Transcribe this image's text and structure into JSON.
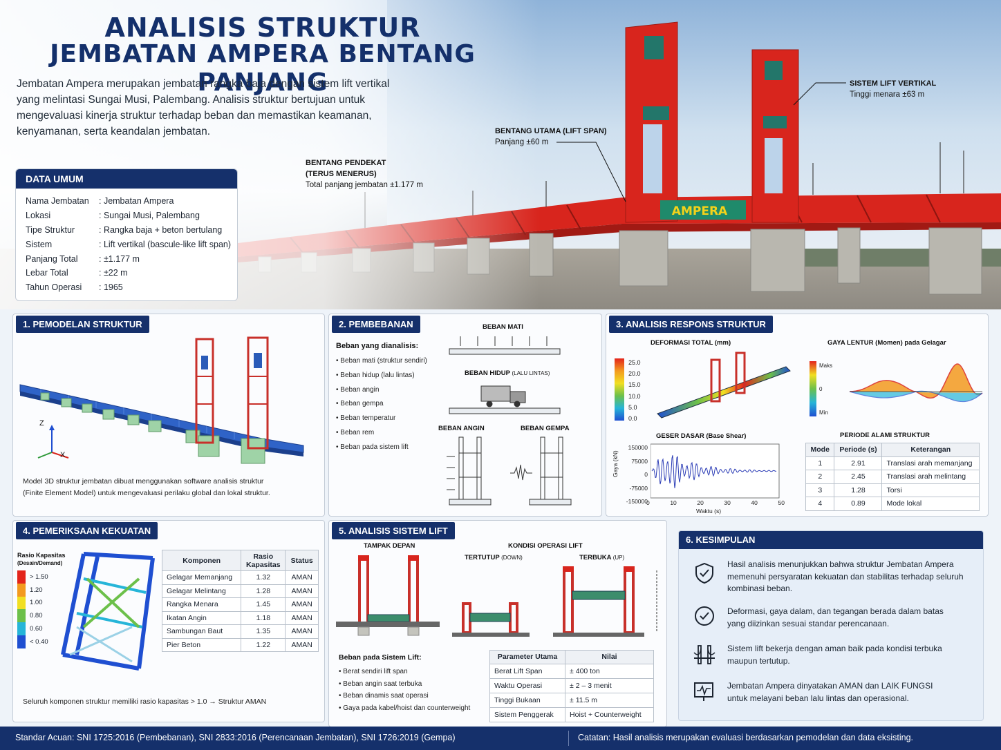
{
  "header": {
    "title_line1": "ANALISIS STRUKTUR",
    "title_line2": "JEMBATAN AMPERA BENTANG PANJANG",
    "intro_lines": [
      "Jembatan Ampera merupakan jembatan rangka baja dengan sistem lift vertikal",
      "yang melintasi Sungai Musi, Palembang. Analisis struktur bertujuan untuk",
      "mengevaluasi kinerja struktur terhadap beban dan memastikan keamanan,",
      "kenyamanan, serta keandalan jembatan."
    ]
  },
  "data_umum": {
    "title": "DATA UMUM",
    "rows": [
      {
        "key": "Nama Jembatan",
        "value": ": Jembatan Ampera"
      },
      {
        "key": "Lokasi",
        "value": ": Sungai Musi, Palembang"
      },
      {
        "key": "Tipe Struktur",
        "value": ": Rangka baja + beton bertulang"
      },
      {
        "key": "Sistem",
        "value": ": Lift vertikal (bascule-like lift span)"
      },
      {
        "key": "Panjang Total",
        "value": ": ±1.177 m"
      },
      {
        "key": "Lebar Total",
        "value": ": ±22 m"
      },
      {
        "key": "Tahun Operasi",
        "value": ": 1965"
      }
    ]
  },
  "callouts": {
    "pendekat_title1": "BENTANG PENDEKAT",
    "pendekat_title2": "(TERUS MENERUS)",
    "pendekat_value": "Total panjang jembatan ±1.177 m",
    "utama_title": "BENTANG UTAMA (LIFT SPAN)",
    "utama_value": "Panjang ±60 m",
    "lift_title": "SISTEM LIFT VERTIKAL",
    "lift_value": "Tinggi menara ±63 m",
    "sign": "AMPERA"
  },
  "panel1": {
    "title": "1. PEMODELAN STRUKTUR",
    "axis_z": "Z",
    "axis_x": "X",
    "desc_line1": "Model 3D struktur jembatan dibuat menggunakan software analisis struktur",
    "desc_line2": "(Finite Element Model) untuk mengevaluasi perilaku global dan lokal struktur."
  },
  "panel2": {
    "title": "2. PEMBEBANAN",
    "list_title": "Beban yang dianalisis:",
    "items": [
      "Beban mati (struktur sendiri)",
      "Beban hidup (lalu lintas)",
      "Beban angin",
      "Beban gempa",
      "Beban temperatur",
      "Beban rem",
      "Beban pada sistem lift"
    ],
    "beban_mati": "BEBAN MATI",
    "beban_hidup": "BEBAN HIDUP",
    "beban_hidup_sub": "(LALU LINTAS)",
    "beban_angin": "BEBAN ANGIN",
    "beban_gempa": "BEBAN GEMPA"
  },
  "panel3": {
    "title": "3. ANALISIS RESPONS STRUKTUR",
    "deform_title": "DEFORMASI TOTAL (mm)",
    "deform_scale": [
      "25.0",
      "20.0",
      "15.0",
      "10.0",
      "5.0",
      "0.0"
    ],
    "moment_title": "GAYA LENTUR (Momen) pada Gelagar",
    "moment_scale": [
      "Maks",
      "0",
      "Min"
    ],
    "shear_title": "GESER DASAR (Base Shear)",
    "shear_ylabel": "Gaya (kN)",
    "shear_xlabel": "Waktu (s)",
    "shear_yticks": [
      "150000",
      "75000",
      "0",
      "-75000",
      "-150000"
    ],
    "shear_xticks": [
      "0",
      "10",
      "20",
      "30",
      "40",
      "50"
    ],
    "period_title": "PERIODE ALAMI STRUKTUR",
    "period_headers": [
      "Mode",
      "Periode (s)",
      "Keterangan"
    ],
    "period_rows": [
      [
        "1",
        "2.91",
        "Translasi arah memanjang"
      ],
      [
        "2",
        "2.45",
        "Translasi arah melintang"
      ],
      [
        "3",
        "1.28",
        "Torsi"
      ],
      [
        "4",
        "0.89",
        "Mode lokal"
      ]
    ]
  },
  "panel4": {
    "title": "4. PEMERIKSAAN KEKUATAN",
    "legend_title1": "Rasio Kapasitas",
    "legend_title2": "(Desain/Demand)",
    "legend": [
      {
        "label": "> 1.50",
        "color": "#e3241b"
      },
      {
        "label": "1.20",
        "color": "#f39a1f"
      },
      {
        "label": "1.00",
        "color": "#f1df22"
      },
      {
        "label": "0.80",
        "color": "#6cc04a"
      },
      {
        "label": "0.60",
        "color": "#26b5d8"
      },
      {
        "label": "< 0.40",
        "color": "#1f4fd1"
      }
    ],
    "headers": [
      "Komponen",
      "Rasio Kapasitas",
      "Status"
    ],
    "rows": [
      [
        "Gelagar Memanjang",
        "1.32",
        "AMAN"
      ],
      [
        "Gelagar Melintang",
        "1.28",
        "AMAN"
      ],
      [
        "Rangka Menara",
        "1.45",
        "AMAN"
      ],
      [
        "Ikatan Angin",
        "1.18",
        "AMAN"
      ],
      [
        "Sambungan Baut",
        "1.35",
        "AMAN"
      ],
      [
        "Pier Beton",
        "1.22",
        "AMAN"
      ]
    ],
    "note": "Seluruh komponen struktur memiliki rasio kapasitas > 1.0 → Struktur AMAN"
  },
  "panel5": {
    "title": "5. ANALISIS SISTEM LIFT",
    "tampak_depan": "TAMPAK DEPAN",
    "kondisi": "KONDISI OPERASI LIFT",
    "tertutup": "TERTUTUP",
    "tertutup_sub": "(DOWN)",
    "terbuka": "TERBUKA",
    "terbuka_sub": "(UP)",
    "list_title": "Beban pada Sistem Lift:",
    "items": [
      "Berat sendiri lift span",
      "Beban angin saat terbuka",
      "Beban dinamis saat operasi",
      "Gaya pada kabel/hoist dan counterweight"
    ],
    "headers": [
      "Parameter Utama",
      "Nilai"
    ],
    "rows": [
      [
        "Berat Lift Span",
        "± 400 ton"
      ],
      [
        "Waktu Operasi",
        "± 2 – 3 menit"
      ],
      [
        "Tinggi Bukaan",
        "± 11.5 m"
      ],
      [
        "Sistem Penggerak",
        "Hoist + Counterweight"
      ]
    ]
  },
  "panel6": {
    "title": "6. KESIMPULAN",
    "items": [
      [
        "Hasil analisis menunjukkan bahwa struktur Jembatan Ampera",
        "memenuhi persyaratan kekuatan dan stabilitas terhadap seluruh",
        "kombinasi beban."
      ],
      [
        "Deformasi, gaya dalam, dan tegangan berada dalam batas",
        "yang diizinkan sesuai standar perencanaan."
      ],
      [
        "Sistem lift bekerja dengan aman baik pada kondisi terbuka",
        "maupun tertutup."
      ],
      [
        "Jembatan Ampera dinyatakan AMAN dan LAIK FUNGSI",
        "untuk melayani beban lalu lintas dan operasional."
      ]
    ]
  },
  "footer": {
    "left": "Standar Acuan: SNI 1725:2016 (Pembebanan), SNI 2833:2016 (Perencanaan Jembatan), SNI 1726:2019 (Gempa)",
    "right": "Catatan: Hasil analisis merupakan evaluasi berdasarkan pemodelan dan data eksisting."
  },
  "colors": {
    "navy": "#15306b",
    "bridge_red": "#d8251d",
    "tower_green": "#1f8a6b"
  }
}
